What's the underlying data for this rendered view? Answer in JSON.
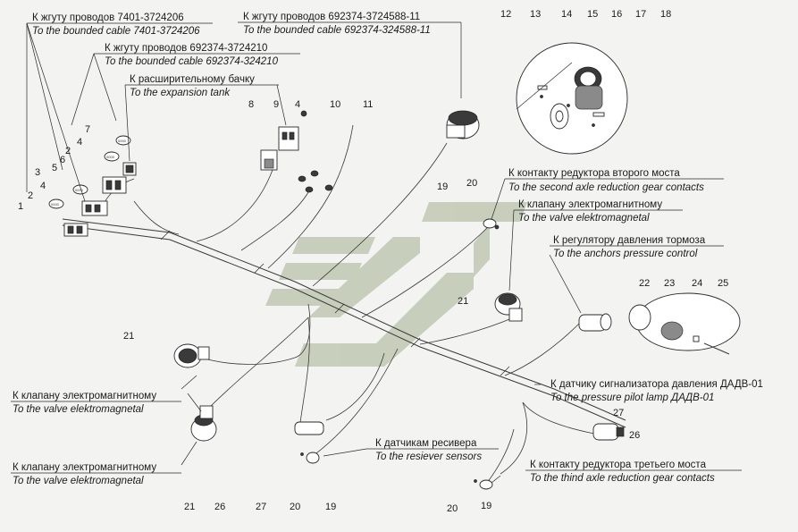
{
  "labels": {
    "harness_7401_ru": "К жгуту проводов 7401-3724206",
    "harness_7401_en": "To the bounded cable 7401-3724206",
    "harness_692374_210_ru": "К жгуту проводов 692374-3724210",
    "harness_692374_210_en": "To the bounded cable 692374-324210",
    "harness_692374_588_ru": "К жгуту проводов 692374-3724588-11",
    "harness_692374_588_en": "To the bounded cable 692374-324588-11",
    "expansion_tank_ru": "К расширительному бачку",
    "expansion_tank_en": "To the expansion tank",
    "second_axle_ru": "К контакту редуктора второго моста",
    "second_axle_en": "To the second axle reduction gear contacts",
    "valve_right_ru": "К клапану электромагнитному",
    "valve_right_en": "To the valve elektromagnetal",
    "brake_regulator_ru": "К регулятору давления тормоза",
    "brake_regulator_en": "To the anchors pressure control",
    "pressure_sensor_ru": "К датчику сигнализатора давления ДАДВ-01",
    "pressure_sensor_en": "To the pressure pilot lamp ДАДВ-01",
    "valve_left_upper_ru": "К клапану электромагнитному",
    "valve_left_upper_en": "To the valve elektromagnetal",
    "valve_left_lower_ru": "К клапану электромагнитному",
    "valve_left_lower_en": "To the valve elektromagnetal",
    "receiver_sensors_ru": "К датчикам ресивера",
    "receiver_sensors_en": "To the resiever sensors",
    "third_axle_ru": "К контакту редуктора третьего моста",
    "third_axle_en": "To the thind axle reduction gear contacts"
  },
  "callouts": {
    "c1": "1",
    "c2a": "2",
    "c2b": "2",
    "c3": "3",
    "c4a": "4",
    "c4b": "4",
    "c5": "5",
    "c6": "6",
    "c7": "7",
    "c8": "8",
    "c9": "9",
    "c10": "10",
    "c11": "11",
    "c12": "12",
    "c13": "13",
    "c14": "14",
    "c15": "15",
    "c16": "16",
    "c17": "17",
    "c18": "18",
    "c19a": "19",
    "c19b": "19",
    "c19c": "19",
    "c20a": "20",
    "c20b": "20",
    "c20c": "20",
    "c21a": "21",
    "c21b": "21",
    "c21c": "21",
    "c22": "22",
    "c23": "23",
    "c24": "24",
    "c25": "25",
    "c26a": "26",
    "c26b": "26",
    "c27a": "27",
    "c27b": "27"
  },
  "watermark": {
    "color": "#b9c4ab"
  }
}
